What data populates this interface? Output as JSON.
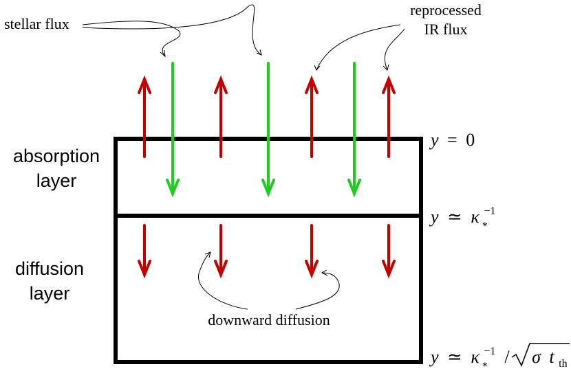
{
  "labels": {
    "stellar_flux": "stellar flux",
    "reprocessed_line1": "reprocessed",
    "reprocessed_line2": "IR flux",
    "absorption_line1": "absorption",
    "absorption_line2": "layer",
    "diffusion_line1": "diffusion",
    "diffusion_line2": "layer",
    "downward_diffusion": "downward diffusion"
  },
  "depth_markers": {
    "top": {
      "lhs": "y",
      "rel": "=",
      "rhs": "0"
    },
    "middle": {
      "lhs": "y",
      "rel": "≃",
      "sym": "κ",
      "sub": "*",
      "sup": "−1"
    },
    "bottom": {
      "lhs": "y",
      "rel": "≃",
      "sym": "κ",
      "sub": "*",
      "sup": "−1",
      "slash": "/",
      "root_sym": "σ",
      "root_t": "t",
      "root_sub": "th"
    }
  },
  "colors": {
    "stellar_arrow": "#1fcc1f",
    "ir_arrow": "#c30000",
    "box_outline": "#000000",
    "text": "#000000"
  }
}
